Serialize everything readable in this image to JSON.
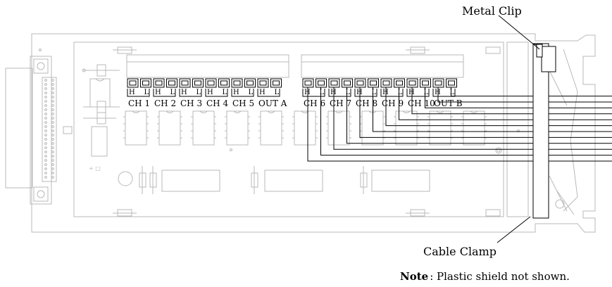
{
  "labels": {
    "metal_clip": "Metal Clip",
    "cable_clamp": "Cable Clamp",
    "note_bold": "Note",
    "note_text": ":  Plastic shield not shown."
  },
  "pin_labels": {
    "high": "H",
    "low": "L"
  },
  "channels_left": [
    "CH 1",
    "CH 2",
    "CH 3",
    "CH 4",
    "CH 5",
    "OUT A"
  ],
  "channels_right": [
    "CH 6",
    "CH 7",
    "CH 8",
    "CH 9",
    "CH 10",
    "OUT B"
  ]
}
